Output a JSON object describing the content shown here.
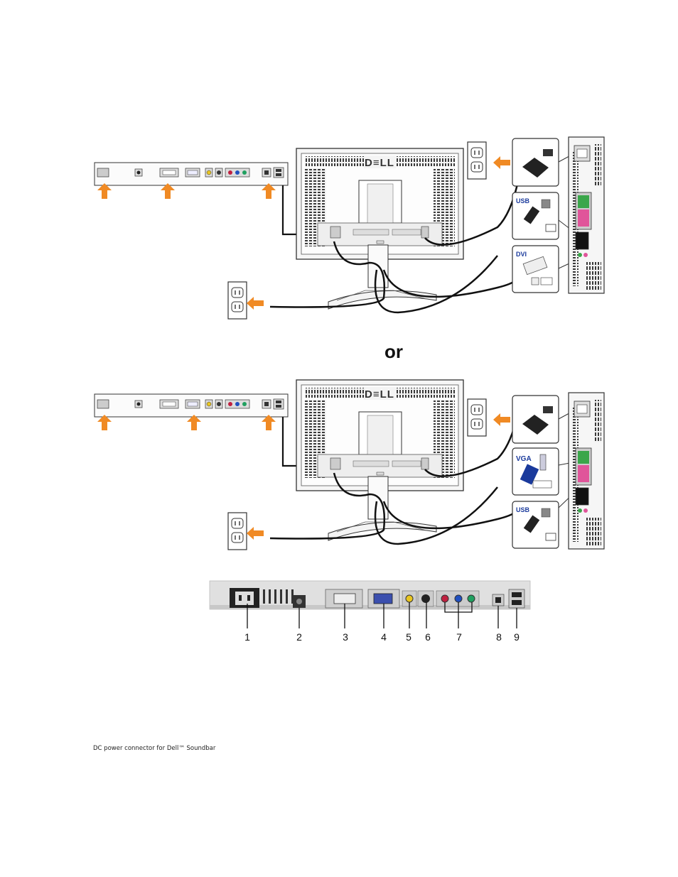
{
  "connection_labels": {
    "usb": "USB",
    "dvi": "DVI",
    "vga": "VGA"
  },
  "separator_text": "or",
  "port_numbers": [
    "1",
    "2",
    "3",
    "4",
    "5",
    "6",
    "7",
    "8",
    "9"
  ],
  "caption": "DC power connector for Dell™ Soundbar",
  "colors": {
    "arrow": "#f08a24",
    "vga_blue": "#1a3a9c",
    "audio_green": "#3aa64a",
    "audio_pink": "#e0559a",
    "panel_gray": "#e8e8e8"
  },
  "icons": [
    "orange-arrow-icon",
    "power-outlet-icon",
    "power-plug-icon",
    "usb-icon",
    "dvi-icon",
    "vga-icon"
  ]
}
